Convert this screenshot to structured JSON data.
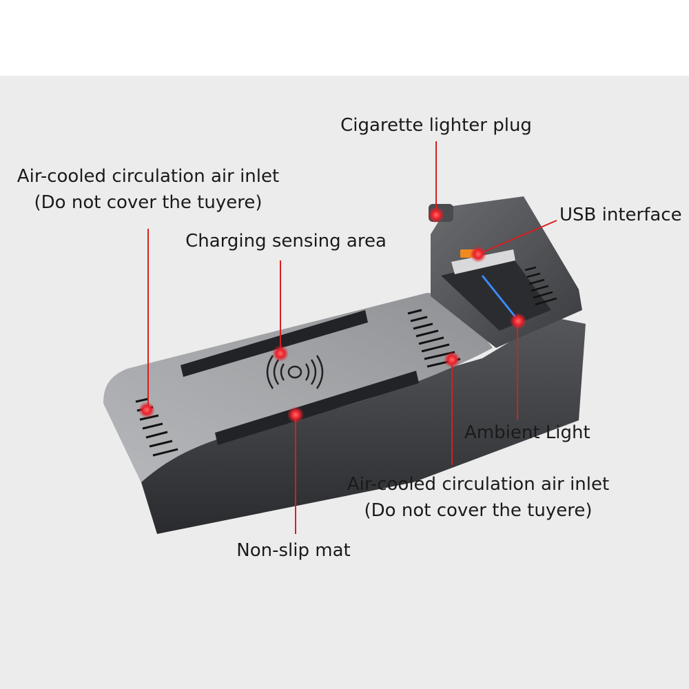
{
  "labels": {
    "lighter_plug": "Cigarette lighter plug",
    "left_inlet_line1": "Air-cooled circulation air inlet",
    "left_inlet_line2": "(Do not cover the tuyere)",
    "charging_area": "Charging sensing area",
    "usb": "USB interface",
    "ambient_light": "Ambient Light",
    "right_inlet_line1": "Air-cooled circulation air inlet",
    "right_inlet_line2": "(Do not cover the tuyere)",
    "non_slip_mat": "Non-slip mat"
  },
  "colors": {
    "background": "#ececec",
    "marker": "#e8202a",
    "leader": "#d81e1e",
    "device_top": "#9a9ca0",
    "device_side": "#3c3d40",
    "mat": "#222326",
    "ambient": "#3a8cff",
    "usb_port": "#f08a1e"
  },
  "icons": {
    "charging": "wireless-charging-icon"
  }
}
